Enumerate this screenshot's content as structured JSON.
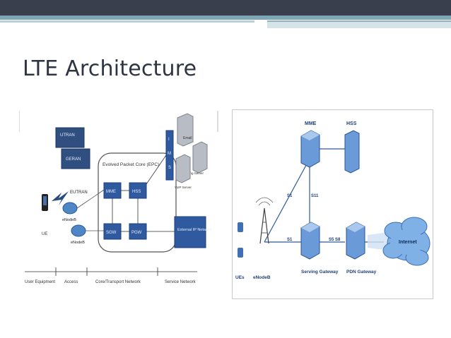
{
  "slide": {
    "title": "LTE Architecture"
  },
  "left_diagram": {
    "utran": "UTRAN",
    "geran": "GERAN",
    "eutran": "EUTRAN",
    "enodeb1": "eNodeB",
    "enodeb2": "eNodeB",
    "ue": "UE",
    "epc": "Evolved Packet Core (EPC)",
    "mme": "MME",
    "hss": "HSS",
    "sgw": "SGW",
    "pgw": "PGW",
    "ims_letters": [
      "I",
      "M",
      "S"
    ],
    "email_server": "Email",
    "streaming_server": "Streaming Server",
    "voip_server": "VoIP Server",
    "external_ip": "External IP Network",
    "segments": [
      "User Equipment",
      "Access",
      "Core/Transport Network",
      "Service Network"
    ]
  },
  "right_diagram": {
    "mme": "MME",
    "hss": "HSS",
    "s1_upper": "S1",
    "s11": "S11",
    "s1_lower": "S1",
    "s5s8": "S5 S8",
    "ues": "UEs",
    "enodeb": "eNodeB",
    "serving_gateway": "Serving Gateway",
    "pdn_gateway": "PDN Gateway",
    "internet": "Internet"
  }
}
